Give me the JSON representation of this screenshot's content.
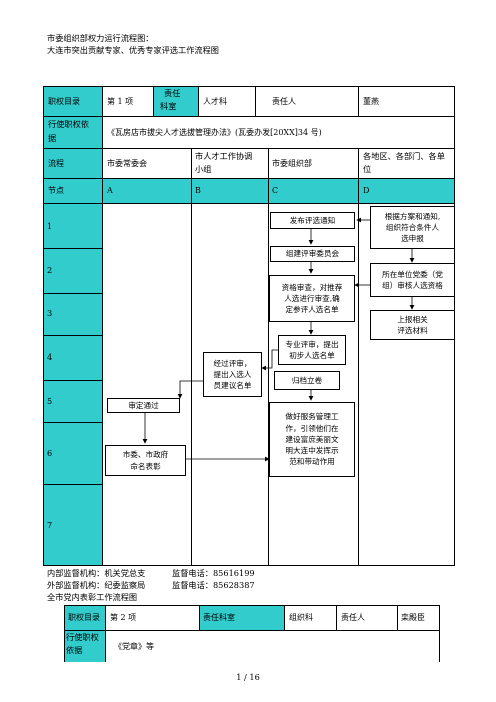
{
  "header": {
    "line1": "市委组织部权力运行流程图：",
    "line2": "大连市突出贡献专家、优秀专家评选工作流程图"
  },
  "table1": {
    "row1": {
      "label": "职权目录",
      "item": "第 1 项",
      "office_label_1": "责任",
      "office_label_2": "科室",
      "office": "人才科",
      "person_label": "责任人",
      "person": "董燕"
    },
    "row2": {
      "label_1": "行使职权依",
      "label_2": "据",
      "basis": "《瓦房店市拔尖人才选拔管理办法》(瓦委办发[20XX]34 号)"
    },
    "row3": {
      "label": "流程",
      "col_a": "市委常委会",
      "col_b_1": "市人才工作协调",
      "col_b_2": "小组",
      "col_c": "市委组织部",
      "col_d_1": "各地区、各部门、各单",
      "col_d_2": "位"
    },
    "row4": {
      "label": "节点",
      "a": "A",
      "b": "B",
      "c": "C",
      "d": "D"
    },
    "steps": [
      "1",
      "2",
      "3",
      "4",
      "5",
      "6",
      "7"
    ]
  },
  "flow": {
    "d1": [
      "根据方案和通知,",
      "组织符合条件人",
      "选申报"
    ],
    "c1": "发布评选通知",
    "c2": "组建评审委员会",
    "d2": [
      "所在单位党委（党",
      "组）审核人选资格"
    ],
    "c3": [
      "资格审查，对推荐",
      "人选进行审查,确",
      "定参评人选名单"
    ],
    "d3": [
      "上报相关",
      "评选材料"
    ],
    "c4": [
      "专业评审，提出",
      "初步人选名单"
    ],
    "b4": [
      "经过评审，",
      "提出入选人",
      "员建议名单"
    ],
    "c5": "归档立卷",
    "a5": "审定通过",
    "c6": [
      "做好服务管理工",
      "作，引领他们在",
      "建设富庶美丽文",
      "明大连中发挥示",
      "范和带动作用"
    ],
    "a6": [
      "市委、市政府",
      "命名表彰"
    ]
  },
  "supervision": {
    "internal": "内部监督机构：机关党总支",
    "internal_phone": "监督电话：85616199",
    "external": "外部监督机构：纪委监察局",
    "external_phone": "监督电话：85628387"
  },
  "section2_title": "全市党内表彰工作流程图",
  "table2": {
    "label": "职权目录",
    "item": "第 2 项",
    "office_label": "责任科室",
    "office": "组织科",
    "person_label": "责任人",
    "person": "栾殿臣",
    "basis_label_1": "行使职权",
    "basis_label_2": "依据",
    "basis": "《党章》等"
  },
  "page_number": "1  /  16",
  "colors": {
    "teal": "#33cccc"
  }
}
